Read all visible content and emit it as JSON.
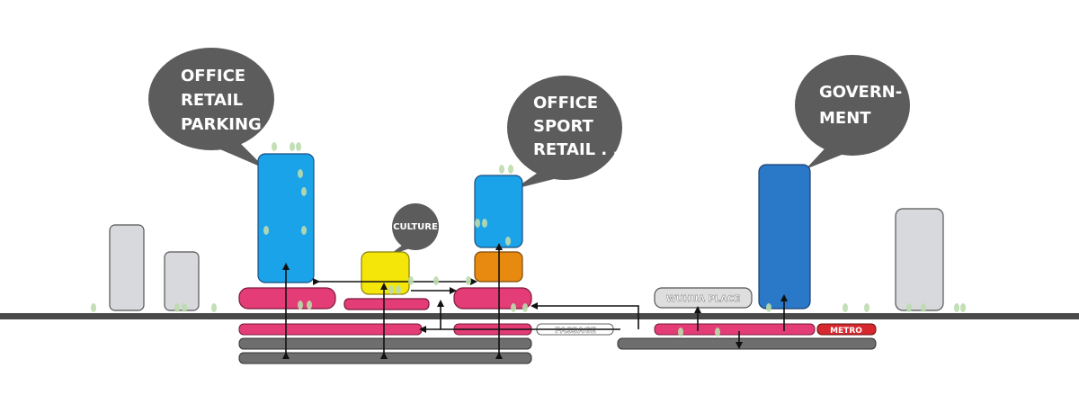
{
  "diagram": {
    "bubbles": {
      "left": [
        "OFFICE",
        "RETAIL",
        "PARKING"
      ],
      "middle": [
        "OFFICE",
        "SPORT",
        "RETAIL . . ."
      ],
      "right": [
        "GOVERN-",
        "MENT"
      ],
      "culture": "CULTURE"
    },
    "labels": {
      "wuhua_place": "WUHUA PLACE",
      "passage": "PASSAGE",
      "metro": "METRO"
    },
    "colors": {
      "tower_blue": "#1aa3e8",
      "government_blue": "#2a78c8",
      "culture_yellow": "#f5e60a",
      "sport_orange": "#e88a10",
      "podium_pink": "#e33c77",
      "bubble_gray": "#5c5c5c",
      "ground_dark": "#4a4a4a",
      "basement_gray": "#6e6e6e",
      "neighbor_gray": "#d8d9dc",
      "metro_red": "#d6282e",
      "tree_green": "#bcdcae"
    }
  }
}
